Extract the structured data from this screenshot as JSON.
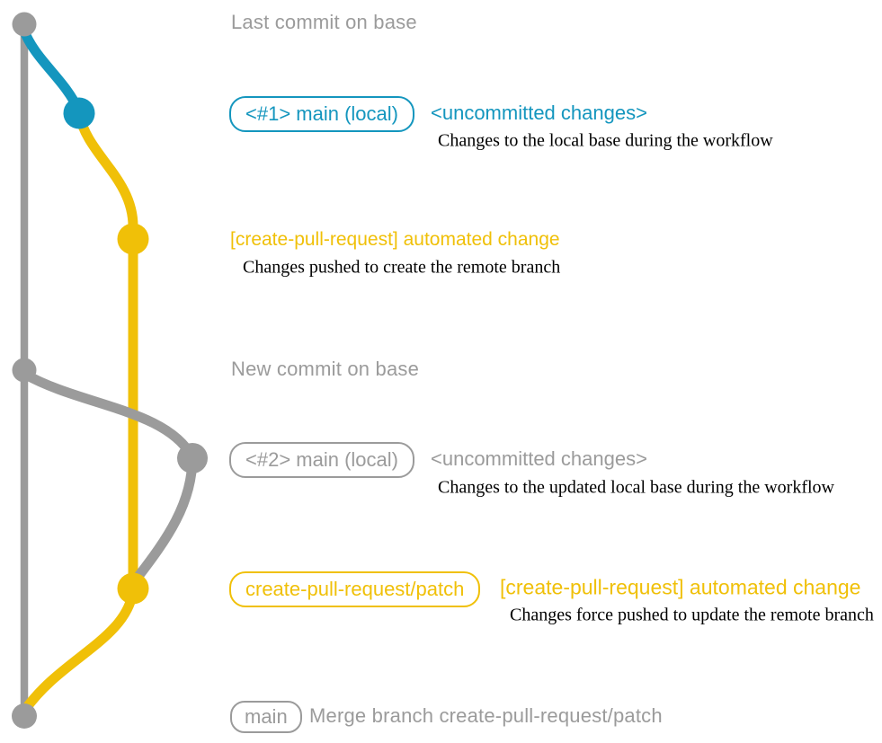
{
  "colors": {
    "gray": "#9b9b9b",
    "blue": "#1496be",
    "yellow": "#f0c008",
    "ink": "#000000"
  },
  "captions": {
    "last_commit": "Last commit on base",
    "new_commit": "New commit on base"
  },
  "branch1": {
    "badge": "<#1> main (local)",
    "status": "<uncommitted changes>",
    "note": "Changes to the local base during the workflow"
  },
  "push1": {
    "label": "[create-pull-request] automated change",
    "note": "Changes pushed to create the remote branch"
  },
  "branch2": {
    "badge": "<#2> main (local)",
    "status": "<uncommitted changes>",
    "note": "Changes to the updated local base during the workflow"
  },
  "push2": {
    "badge": "create-pull-request/patch",
    "label": "[create-pull-request] automated change",
    "note": "Changes force pushed to update the remote branch"
  },
  "merge": {
    "badge": "main",
    "label": "Merge branch create-pull-request/patch"
  }
}
